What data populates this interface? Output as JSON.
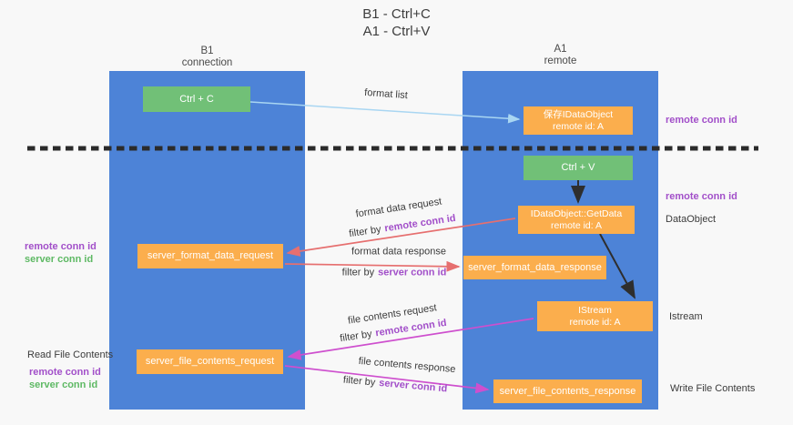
{
  "title": {
    "line1": "B1 - Ctrl+C",
    "line2": "A1 - Ctrl+V"
  },
  "lifelines": {
    "left": {
      "name": "B1",
      "role": "connection"
    },
    "right": {
      "name": "A1",
      "role": "remote"
    }
  },
  "nodes": {
    "ctrl_c": "Ctrl + C",
    "ctrl_v": "Ctrl + V",
    "save_idataobject": {
      "line1": "保存IDataObject",
      "line2": "remote id: A"
    },
    "idataobject_getdata": {
      "line1": "IDataObject::GetData",
      "line2": "remote id: A"
    },
    "istream": {
      "line1": "IStream",
      "line2": "remote id: A"
    },
    "server_format_data_request": "server_format_data_request",
    "server_format_data_response": "server_format_data_response",
    "server_file_contents_request": "server_file_contents_request",
    "server_file_contents_response": "server_file_contents_response"
  },
  "arrow_labels": {
    "format_list": "format list",
    "format_data_request": "format data request",
    "format_data_response": "format data response",
    "file_contents_request": "file contents request",
    "file_contents_response": "file contents response",
    "filter_by": "filter by",
    "remote_conn_id": "remote conn id",
    "server_conn_id": "server conn id"
  },
  "side_labels": {
    "remote_conn_id": "remote conn id",
    "server_conn_id": "server conn id",
    "dataobject": "DataObject",
    "istream": "Istream",
    "read_file_contents": "Read File Contents",
    "write_file_contents": "Write File Contents"
  },
  "colors": {
    "lifeline_blue": "#4d83d7",
    "box_green": "#71c077",
    "box_orange": "#fbae4d",
    "arrow_red": "#e66f6f",
    "arrow_magenta": "#ce4fce",
    "arrow_lightblue": "#a9d6f2",
    "arrow_black": "#2e2e2e",
    "text_purple": "#a24fc9",
    "text_green": "#5eb964",
    "dashed_line": "#2b2b2b"
  }
}
